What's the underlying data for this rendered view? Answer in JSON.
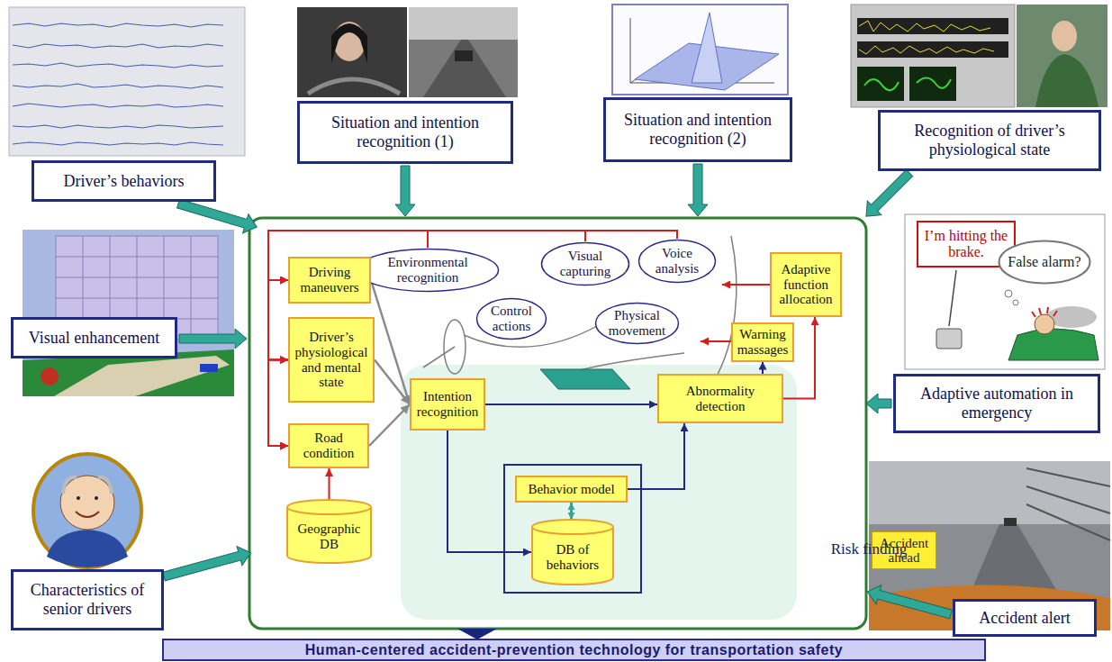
{
  "diagram": {
    "nodes": [
      {
        "text": [
          "Driver’s behaviors"
        ]
      },
      {
        "text": [
          "Situation and intention recognition (1)"
        ]
      },
      {
        "text": [
          "Situation and intention recognition (2)"
        ]
      },
      {
        "text": [
          "Recognition of driver’s physiological state"
        ]
      },
      {
        "text": [
          "Environmental recognition"
        ]
      },
      {
        "text": [
          "Visual capturing"
        ]
      },
      {
        "text": [
          "Voice analysis"
        ]
      },
      {
        "text": [
          "Control actions"
        ]
      },
      {
        "text": [
          "Physical movement"
        ]
      },
      {
        "text": [
          "Adaptive function allocation"
        ]
      },
      {
        "text": [
          "I’m hitting the brake."
        ]
      },
      {
        "text": [
          "False alarm?"
        ]
      },
      {
        "text": [
          "Driving maneuvers"
        ]
      },
      {
        "text": [
          "Visual enhancement"
        ]
      },
      {
        "text": [
          "Driver’s physiological and mental state"
        ]
      },
      {
        "text": [
          "Warning massages"
        ]
      },
      {
        "text": [
          "Risk finding"
        ]
      },
      {
        "text": [
          "Intention recognition"
        ],
        "in": 16
      },
      {
        "text": [
          "Abnormality detection"
        ],
        "in": 16
      },
      {
        "text": [
          "Adaptive automation in emergency"
        ]
      },
      {
        "text": [
          "Behavior model"
        ],
        "in": 16
      },
      {
        "text": [
          "DB of behaviors"
        ],
        "in": 16
      },
      {
        "text": [
          "Road condition"
        ]
      },
      {
        "text": [
          "Geographic DB"
        ]
      },
      {
        "text": [
          "Accident ahead"
        ]
      },
      {
        "text": [
          "Characteristics of senior drivers"
        ]
      },
      {
        "text": [
          "Accident alert"
        ]
      },
      {
        "text": [
          "Human-centered accident-prevention technology for transportation safety"
        ]
      }
    ],
    "edges": [
      {
        "from": 4,
        "to": 12,
        "arrow": "to"
      },
      {
        "from": 4,
        "to": 14,
        "arrow": "to"
      },
      {
        "from": 4,
        "to": 22,
        "arrow": "to"
      },
      {
        "from": 5,
        "to": 12,
        "arrow": "to"
      },
      {
        "from": 5,
        "to": 14,
        "arrow": "to"
      },
      {
        "from": 5,
        "to": 22,
        "arrow": "to"
      },
      {
        "from": 6,
        "to": 12,
        "arrow": "to"
      },
      {
        "from": 6,
        "to": 14,
        "arrow": "to"
      },
      {
        "from": 6,
        "to": 22,
        "arrow": "to"
      },
      {
        "from": 23,
        "to": 22,
        "arrow": "to"
      },
      {
        "from": 12,
        "to": 17,
        "arrow": "to"
      },
      {
        "from": 14,
        "to": 17,
        "arrow": "to"
      },
      {
        "from": 22,
        "to": 17,
        "arrow": "to"
      },
      {
        "from": 17,
        "to": 18,
        "arrow": "to"
      },
      {
        "from": 17,
        "to": 21,
        "arrow": "to"
      },
      {
        "from": 20,
        "to": 21,
        "arrow": "both"
      },
      {
        "from": 20,
        "to": 18,
        "arrow": "to"
      },
      {
        "from": 18,
        "to": 15,
        "arrow": "to"
      },
      {
        "from": 18,
        "to": 9,
        "arrow": "to"
      }
    ]
  }
}
